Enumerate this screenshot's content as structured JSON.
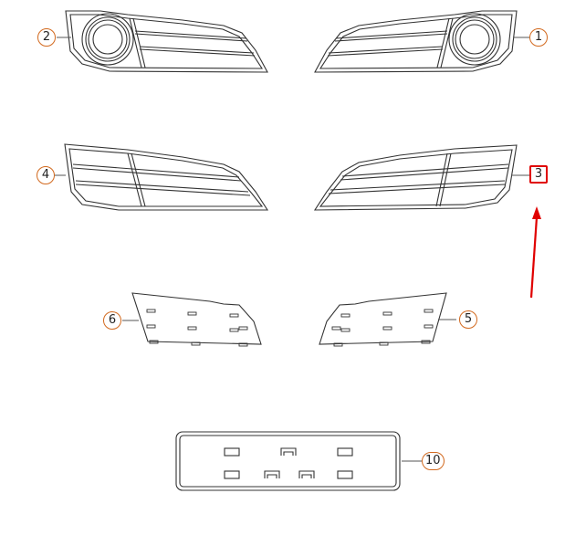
{
  "diagram": {
    "type": "exploded parts diagram",
    "subject": "front bumper fog lamp grilles and trim covers",
    "parts": [
      {
        "callout": "1",
        "description": "right fog lamp grille with lamp opening"
      },
      {
        "callout": "2",
        "description": "left fog lamp grille with lamp opening"
      },
      {
        "callout": "3",
        "description": "right grille insert without lamp opening",
        "highlighted": true
      },
      {
        "callout": "4",
        "description": "left grille insert without lamp opening"
      },
      {
        "callout": "5",
        "description": "right cover plate"
      },
      {
        "callout": "6",
        "description": "left cover plate"
      },
      {
        "callout": "10",
        "description": "rectangular cover plate / license plate base"
      }
    ],
    "annotation": {
      "type": "arrow",
      "color": "#e00000",
      "points_to": "3"
    },
    "colors": {
      "line": "#333333",
      "callout_border": "#d2691e",
      "highlight": "#e00000"
    }
  }
}
